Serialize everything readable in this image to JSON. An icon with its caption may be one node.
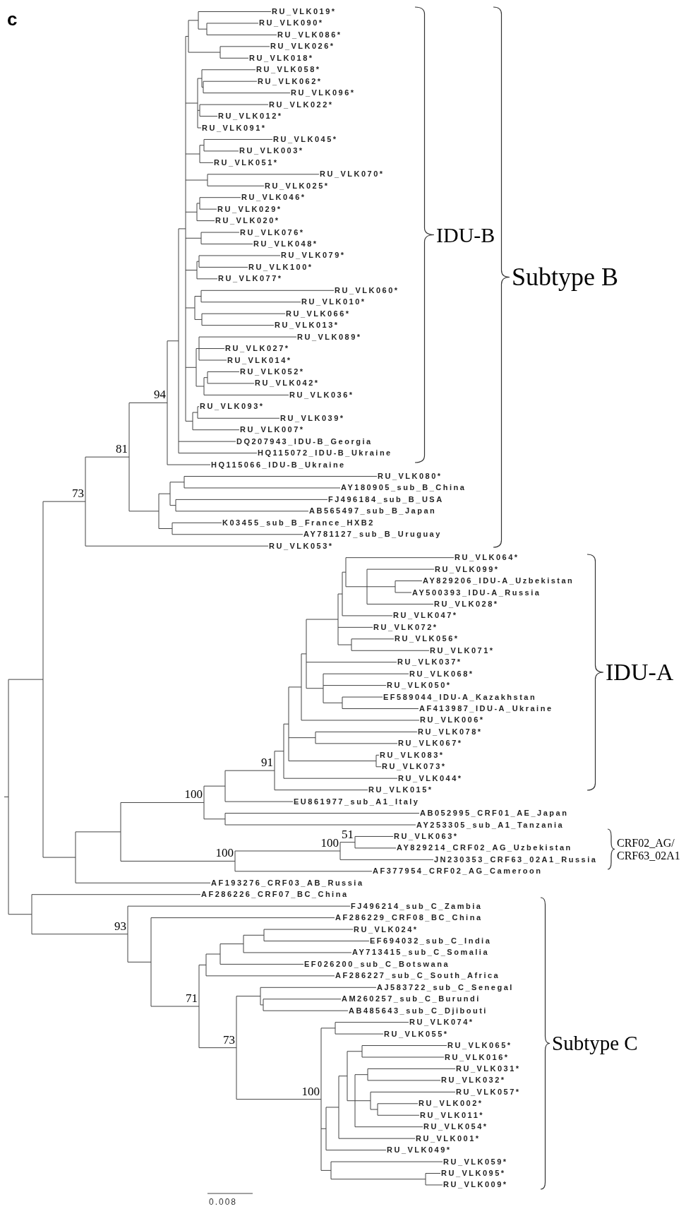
{
  "diagram": {
    "labels": [
      "c",
      "RU_VLK019*",
      "RU_VLK090*",
      "RU_VLK086*",
      "RU_VLK026*",
      "RU_VLK018*",
      "RU_VLK058*",
      "RU_VLK062*",
      "RU_VLK096*",
      "RU_VLK022*",
      "RU_VLK012*",
      "RU_VLK091*",
      "RU_VLK045*",
      "RU_VLK003*",
      "RU_VLK051*",
      "RU_VLK070*",
      "RU_VLK025*",
      "RU_VLK046*",
      "RU_VLK029*",
      "RU_VLK020*",
      "RU_VLK076*",
      "RU_VLK048*",
      "RU_VLK079*",
      "RU_VLK100*",
      "RU_VLK077*",
      "RU_VLK060*",
      "RU_VLK010*",
      "RU_VLK066*",
      "RU_VLK013*",
      "RU_VLK089*",
      "RU_VLK027*",
      "RU_VLK014*",
      "RU_VLK052*",
      "RU_VLK042*",
      "RU_VLK036*",
      "RU_VLK093*",
      "RU_VLK039*",
      "RU_VLK007*",
      "DQ207943_IDU-B_Georgia",
      "HQ115072_IDU-B_Ukraine",
      "HQ115066_IDU-B_Ukraine",
      "RU_VLK080*",
      "AY180905_sub_B_China",
      "FJ496184_sub_B_USA",
      "AB565497_sub_B_Japan",
      "K03455_sub_B_France_HXB2",
      "AY781127_sub_B_Uruguay",
      "RU_VLK053*",
      "RU_VLK064*",
      "RU_VLK099*",
      "AY829206_IDU-A_Uzbekistan",
      "AY500393_IDU-A_Russia",
      "RU_VLK028*",
      "RU_VLK047*",
      "RU_VLK072*",
      "RU_VLK056*",
      "RU_VLK071*",
      "RU_VLK037*",
      "RU_VLK068*",
      "RU_VLK050*",
      "EF589044_IDU-A_Kazakhstan",
      "AF413987_IDU-A_Ukraine",
      "RU_VLK006*",
      "RU_VLK078*",
      "RU_VLK067*",
      "RU_VLK083*",
      "RU_VLK073*",
      "RU_VLK044*",
      "RU_VLK015*",
      "EU861977_sub_A1_Italy",
      "AB052995_CRF01_AE_Japan",
      "AY253305_sub_A1_Tanzania",
      "RU_VLK063*",
      "AY829214_CRF02_AG_Uzbekistan",
      "JN230353_CRF63_02A1_Russia",
      "AF377954_CRF02_AG_Cameroon",
      "AF193276_CRF03_AB_Russia",
      "AF286226_CRF07_BC_China",
      "FJ496214_sub_C_Zambia",
      "AF286229_CRF08_BC_China",
      "RU_VLK024*",
      "EF694032_sub_C_India",
      "AY713415_sub_C_Somalia",
      "EF026200_sub_C_Botswana",
      "AF286227_sub_C_South_Africa",
      "AJ583722_sub_C_Senegal",
      "AM260257_sub_C_Burundi",
      "AB485643_sub_C_Djibouti",
      "RU_VLK074*",
      "RU_VLK055*",
      "RU_VLK065*",
      "RU_VLK016*",
      "RU_VLK031*",
      "RU_VLK032*",
      "RU_VLK057*",
      "RU_VLK002*",
      "RU_VLK011*",
      "RU_VLK054*",
      "RU_VLK001*",
      "RU_VLK049*",
      "RU_VLK059*",
      "RU_VLK095*",
      "RU_VLK009*",
      "94",
      "81",
      "73",
      "IDU-B",
      "Subtype B",
      "IDU-A",
      "91",
      "100",
      "100",
      "51",
      "CRF02_AG/ CRF63_02A1",
      "100",
      "93",
      "71",
      "73",
      "Subtype C",
      "100",
      "0.008"
    ]
  }
}
